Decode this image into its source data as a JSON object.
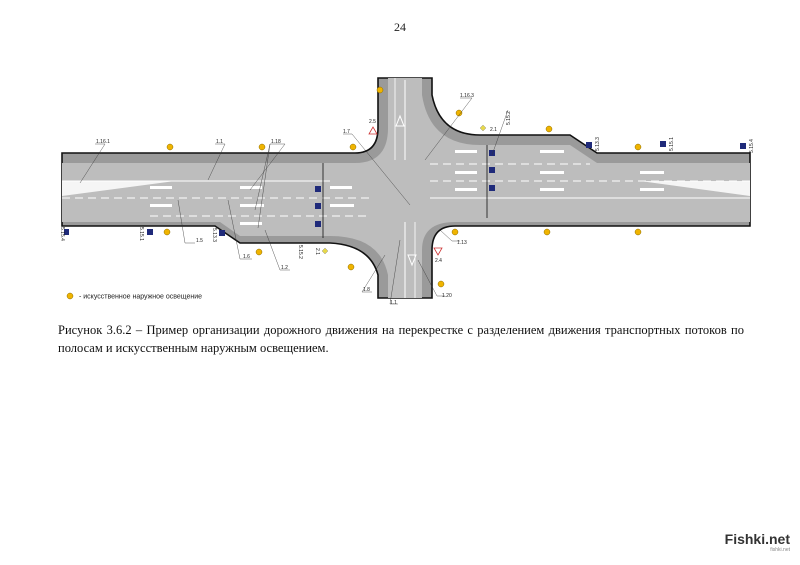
{
  "page_number": "24",
  "diagram": {
    "labels": {
      "l1161": "1.16.1",
      "l11a": "1.1",
      "l118": "1.18",
      "l17": "1.7",
      "l25": "2.5",
      "l1163": "1.16.3",
      "l21a": "2.1",
      "l5152a": "5.15.2",
      "l5133a": "5.13.3",
      "l5151a": "5.15.1",
      "l5154a": "5.15.4",
      "l5154b": "5.15.4",
      "l5151b": "5.15.1",
      "l5133b": "5.13.3",
      "l15": "1.5",
      "l16": "1.6",
      "l12": "1.2",
      "l5152b": "5.15.2",
      "l21b": "2.1",
      "l18": "1.8",
      "l11b": "1.1",
      "l113": "1.13",
      "l24": "2.4",
      "l120": "1.20"
    },
    "legend": "- искусственное наружное освещение",
    "colors": {
      "road": "#bdbdbd",
      "curb": "#9a9a9a",
      "edge": "#111111",
      "lamp": "#f0b400",
      "sign": "#1f2a7a"
    }
  },
  "caption": "Рисунок 3.6.2 – Пример организации дорожного движения на перекрестке с разделением движения транспортных потоков по полосам и искусственным наружным освещением.",
  "watermark": {
    "brand": "Fishki.net",
    "sub": "fishki.net"
  }
}
